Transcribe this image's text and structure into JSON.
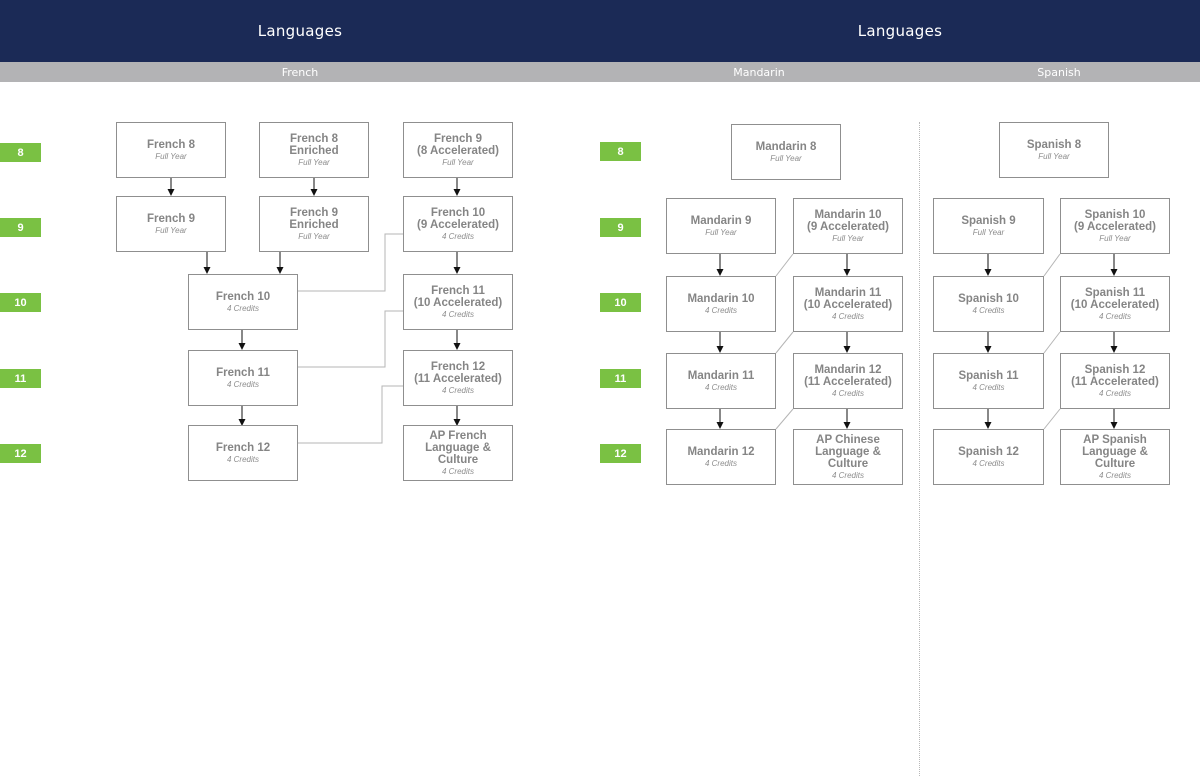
{
  "headers": {
    "left": "Languages",
    "right": "Languages"
  },
  "subheaders": {
    "french": "French",
    "mandarin": "Mandarin",
    "spanish": "Spanish"
  },
  "grades": [
    "8",
    "9",
    "10",
    "11",
    "12"
  ],
  "french": {
    "french8": {
      "title": "French 8",
      "sub": "Full Year"
    },
    "french8e": {
      "title": "French 8\nEnriched",
      "sub": "Full Year"
    },
    "french9a": {
      "title": "French 9\n(8 Accelerated)",
      "sub": "Full Year"
    },
    "french9": {
      "title": "French 9",
      "sub": "Full Year"
    },
    "french9e": {
      "title": "French 9\nEnriched",
      "sub": "Full Year"
    },
    "french10a": {
      "title": "French 10\n(9 Accelerated)",
      "sub": "4 Credits"
    },
    "french10": {
      "title": "French 10",
      "sub": "4 Credits"
    },
    "french11a": {
      "title": "French 11\n(10 Accelerated)",
      "sub": "4 Credits"
    },
    "french11": {
      "title": "French 11",
      "sub": "4 Credits"
    },
    "french12a": {
      "title": "French 12\n(11 Accelerated)",
      "sub": "4 Credits"
    },
    "french12": {
      "title": "French 12",
      "sub": "4 Credits"
    },
    "apfrench": {
      "title": "AP French\nLanguage &\nCulture",
      "sub": "4 Credits"
    }
  },
  "mandarin": {
    "mandarin8": {
      "title": "Mandarin 8",
      "sub": "Full Year"
    },
    "mandarin9": {
      "title": "Mandarin 9",
      "sub": "Full Year"
    },
    "mandarin10a": {
      "title": "Mandarin 10\n(9 Accelerated)",
      "sub": "Full Year"
    },
    "mandarin10": {
      "title": "Mandarin 10",
      "sub": "4 Credits"
    },
    "mandarin11a": {
      "title": "Mandarin 11\n(10 Accelerated)",
      "sub": "4 Credits"
    },
    "mandarin11": {
      "title": "Mandarin 11",
      "sub": "4 Credits"
    },
    "mandarin12a": {
      "title": "Mandarin 12\n(11 Accelerated)",
      "sub": "4 Credits"
    },
    "mandarin12": {
      "title": "Mandarin 12",
      "sub": "4 Credits"
    },
    "apchinese": {
      "title": "AP Chinese\nLanguage &\nCulture",
      "sub": "4 Credits"
    }
  },
  "spanish": {
    "spanish8": {
      "title": "Spanish 8",
      "sub": "Full Year"
    },
    "spanish9": {
      "title": "Spanish 9",
      "sub": "Full Year"
    },
    "spanish10a": {
      "title": "Spanish 10\n(9 Accelerated)",
      "sub": "Full Year"
    },
    "spanish10": {
      "title": "Spanish 10",
      "sub": "4 Credits"
    },
    "spanish11a": {
      "title": "Spanish 11\n(10 Accelerated)",
      "sub": "4 Credits"
    },
    "spanish11": {
      "title": "Spanish 11",
      "sub": "4 Credits"
    },
    "spanish12a": {
      "title": "Spanish 12\n(11 Accelerated)",
      "sub": "4 Credits"
    },
    "spanish12": {
      "title": "Spanish 12",
      "sub": "4 Credits"
    },
    "apspanish": {
      "title": "AP Spanish\nLanguage &\nCulture",
      "sub": "4 Credits"
    }
  },
  "colors": {
    "header_bg": "#1b2a56",
    "subbar_bg": "#b3b3b5",
    "grade_green": "#7ac143",
    "box_border": "#8f8f8f",
    "text_gray": "#858585"
  }
}
